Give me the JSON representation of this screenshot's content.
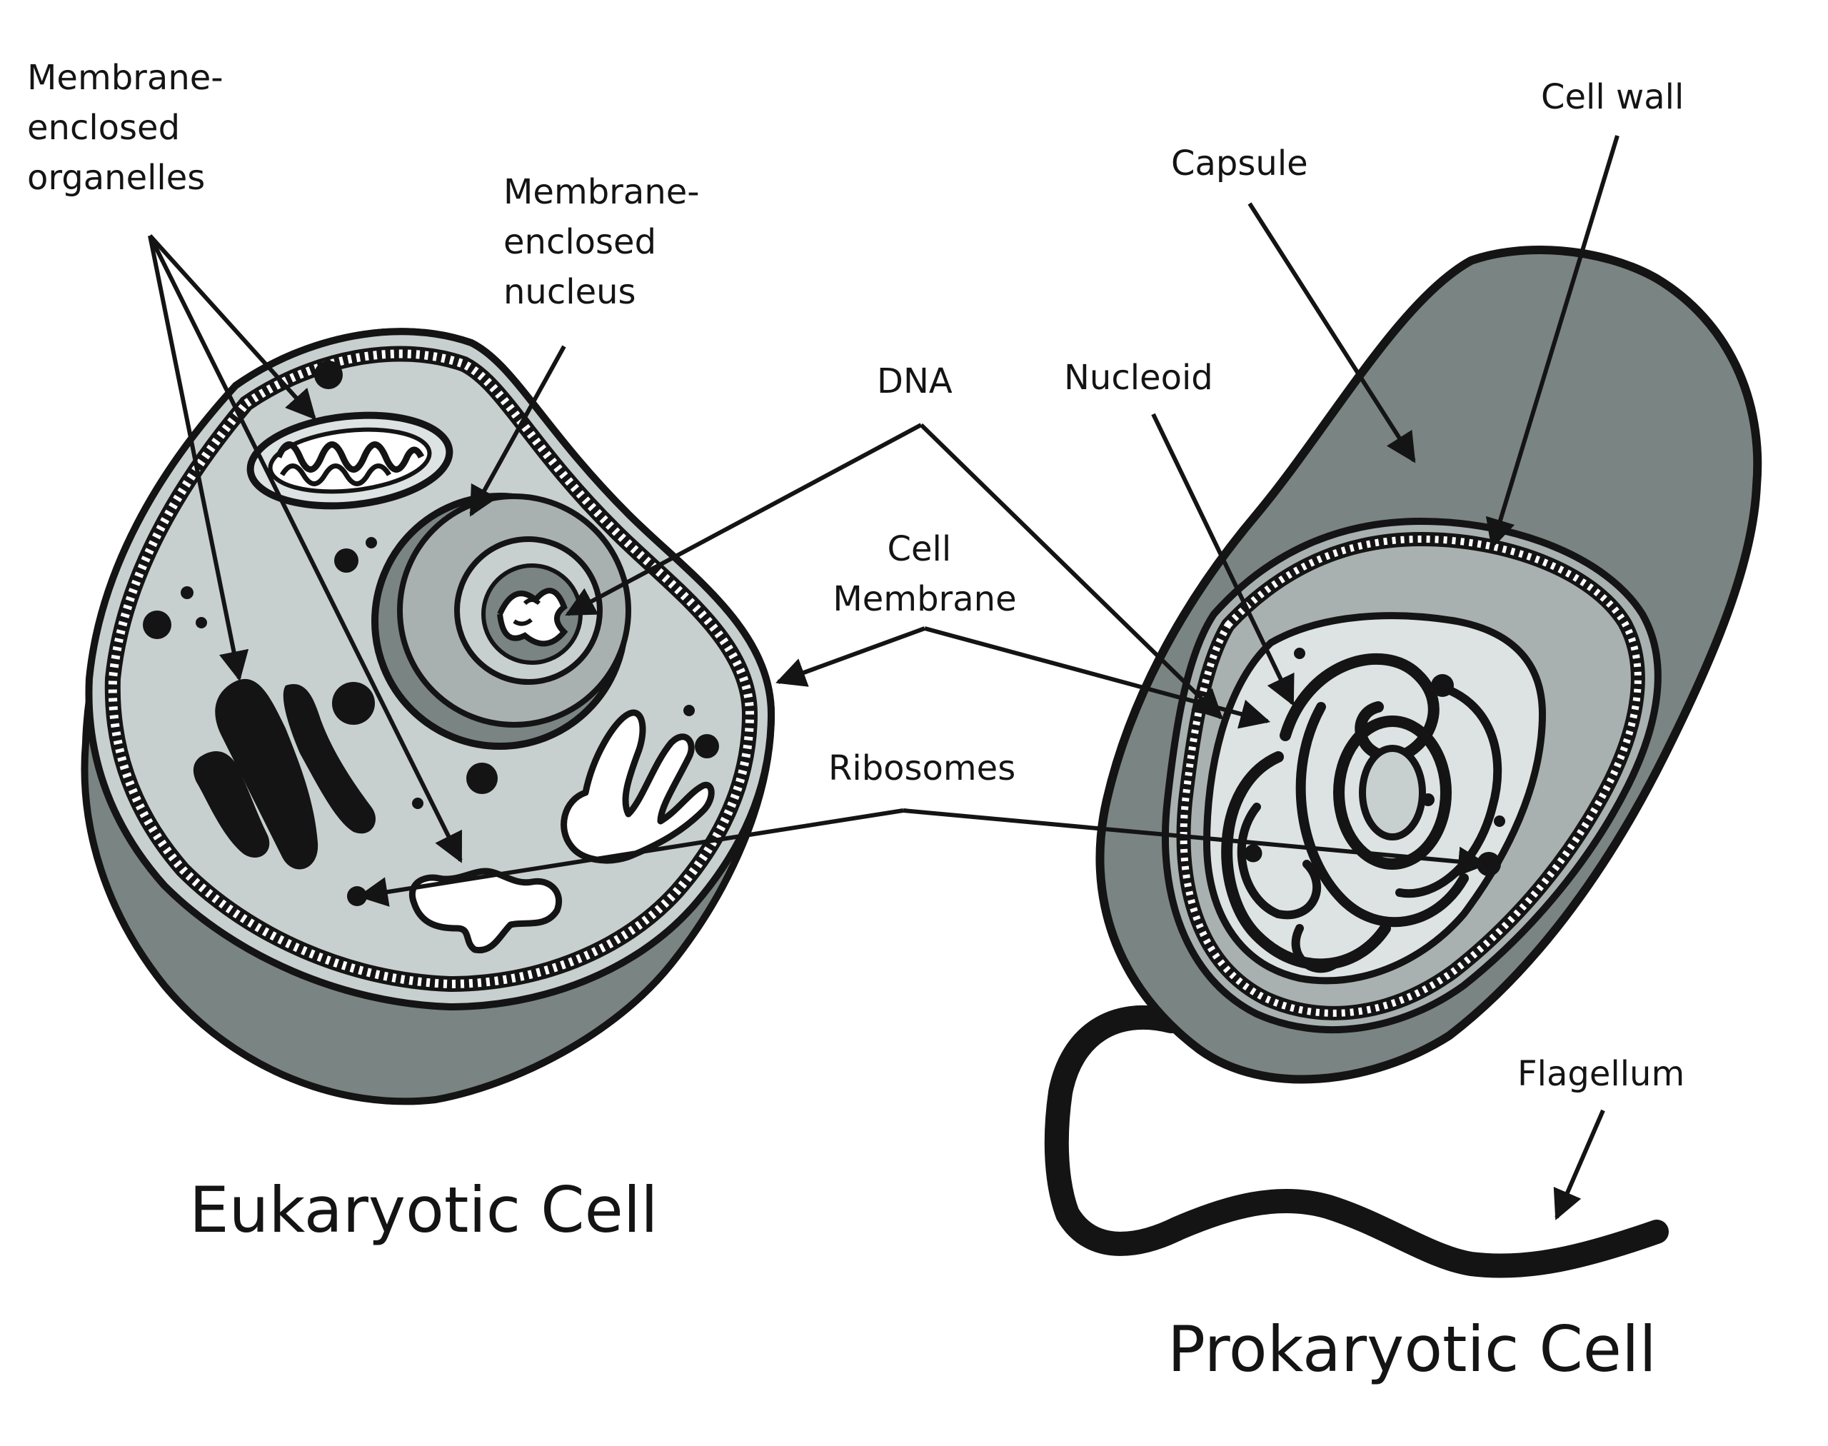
{
  "labels": {
    "organelles": [
      "Membrane-",
      "enclosed",
      "organelles"
    ],
    "nucleus": [
      "Membrane-",
      "enclosed",
      "nucleus"
    ],
    "dna": "DNA",
    "nucleoid": "Nucleoid",
    "capsule": "Capsule",
    "cell_wall": "Cell wall",
    "cell_membrane": [
      "Cell",
      "Membrane"
    ],
    "ribosomes": "Ribosomes",
    "flagellum": "Flagellum"
  },
  "titles": {
    "eukaryotic": "Eukaryotic Cell",
    "prokaryotic": "Prokaryotic Cell"
  },
  "colors": {
    "ink": "#141414",
    "shadow_gray": "#7a8482",
    "mid_gray": "#a9b1b0",
    "light_gray": "#c8cfcf",
    "pale_gray": "#dde3e3",
    "white": "#ffffff"
  }
}
